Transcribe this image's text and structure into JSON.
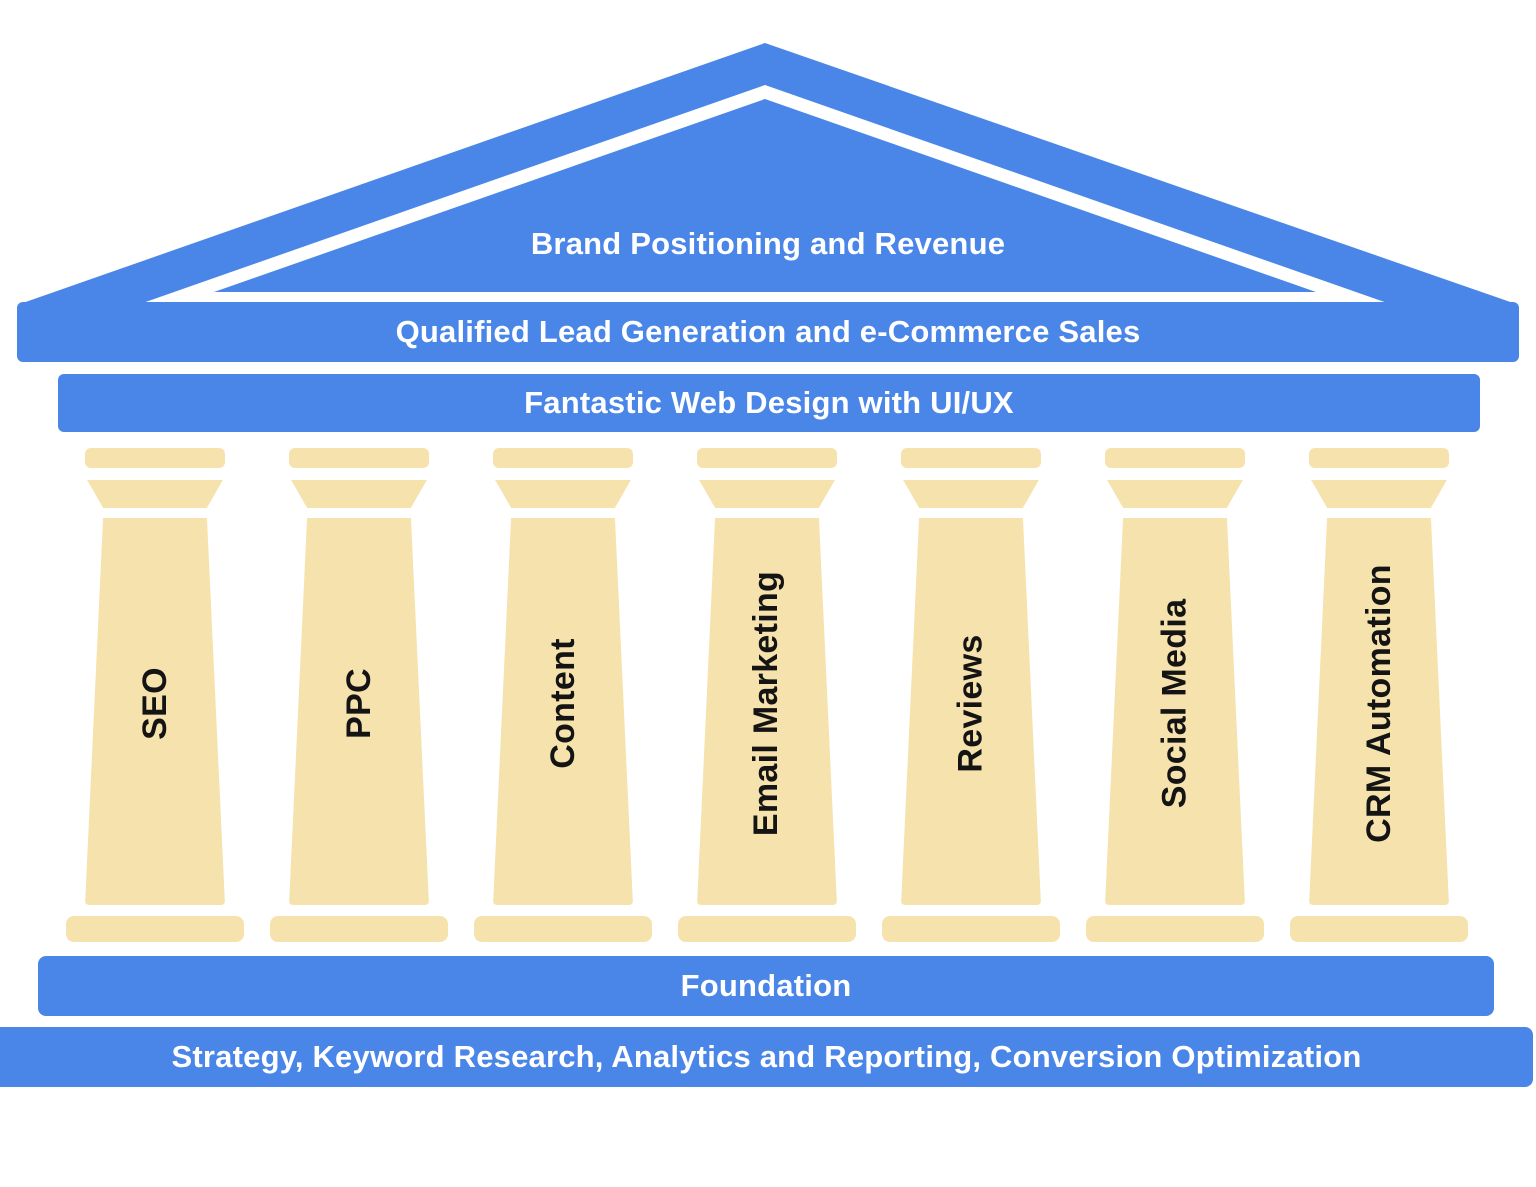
{
  "diagram": {
    "pediment_title": "Brand Positioning and Revenue",
    "entablature_label": "Qualified Lead Generation and e-Commerce Sales",
    "architrave_label": "Fantastic Web Design with UI/UX",
    "foundation_label": "Foundation",
    "base_label": "Strategy, Keyword Research, Analytics and Reporting, Conversion Optimization"
  },
  "pillars": [
    {
      "label": "SEO"
    },
    {
      "label": "PPC"
    },
    {
      "label": "Content"
    },
    {
      "label": "Email Marketing"
    },
    {
      "label": "Reviews"
    },
    {
      "label": "Social Media"
    },
    {
      "label": "CRM Automation"
    }
  ],
  "colors": {
    "roof_blue": "#4a86e8",
    "pillar_tan": "#f6e2ac",
    "bar_text_white": "#ffffff",
    "pillar_text_black": "#141414"
  }
}
